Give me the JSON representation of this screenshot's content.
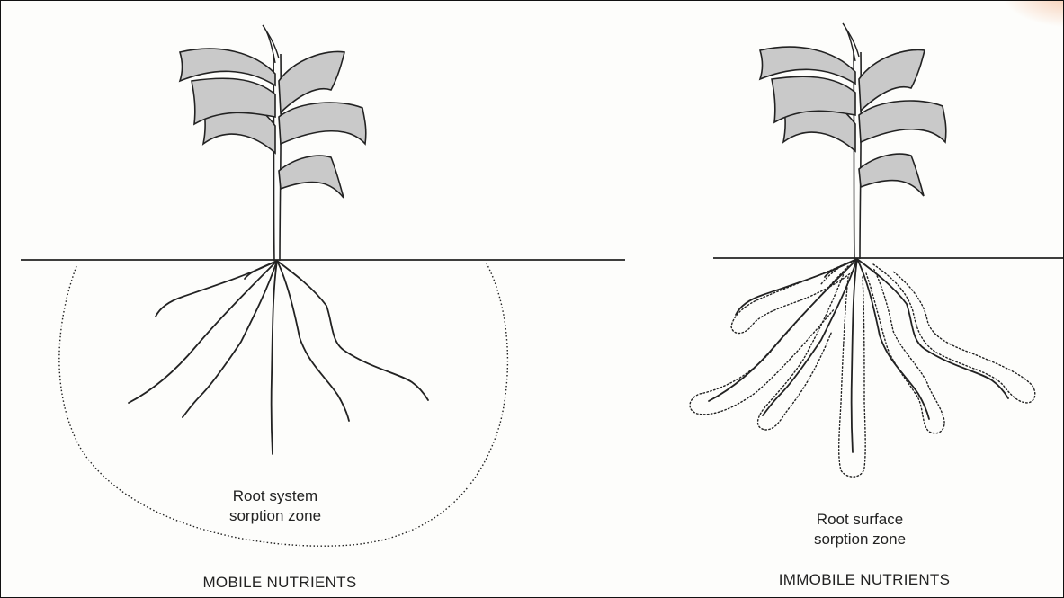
{
  "panels": [
    {
      "id": "mobile",
      "zone_label_line1": "Root system",
      "zone_label_line2": "sorption zone",
      "caption": "MOBILE NUTRIENTS"
    },
    {
      "id": "immobile",
      "zone_label_line1": "Root surface",
      "zone_label_line2": "sorption zone",
      "caption": "IMMOBILE NUTRIENTS"
    }
  ],
  "colors": {
    "line": "#222222",
    "leaf_fill": "#c9c9c9",
    "background": "#fdfdfb",
    "corner_tint": "#f6c6a8"
  }
}
